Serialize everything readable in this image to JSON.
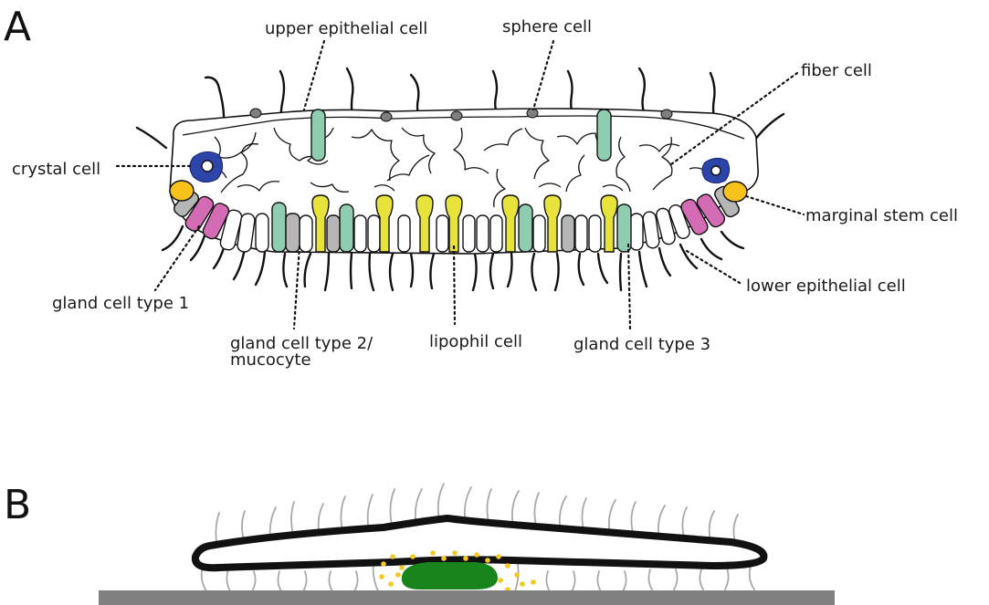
{
  "panels": {
    "a": {
      "letter": "A"
    },
    "b": {
      "letter": "B"
    }
  },
  "labels": {
    "upper_epithelial": "upper epithelial cell",
    "sphere": "sphere cell",
    "fiber": "fiber cell",
    "crystal": "crystal cell",
    "marginal_stem": "marginal stem cell",
    "gland1": "gland cell type 1",
    "lower_epithelial": "lower epithelial cell",
    "gland2_line1": "gland cell type 2/",
    "gland2_line2": "mucocyte",
    "lipophil": "lipophil cell",
    "gland3": "gland cell type 3"
  },
  "colors": {
    "gland_type_1": "#d46bb5",
    "gland_type_2_mucocyte": "#8ecdb0",
    "lipophil": "#e8e33a",
    "gland_type_3": "#b6b6b6",
    "crystal": "#2d44a8",
    "marginal_stem": "#f7c21b",
    "sphere": "#7f7f7f",
    "substrate": "#808080",
    "panel_b_green": "#18851c",
    "panel_b_yellow": "#f4c81e"
  }
}
